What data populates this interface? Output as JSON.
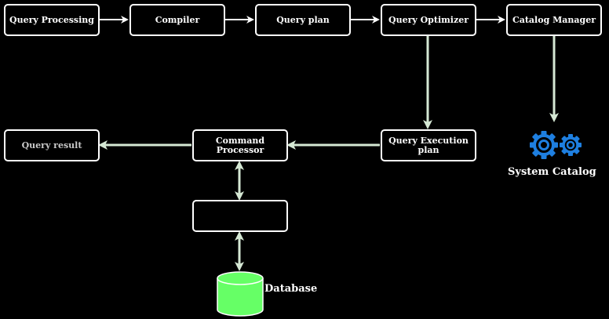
{
  "nodes": {
    "query_processing": "Query Processing",
    "compiler": "Compiler",
    "query_plan": "Query plan",
    "query_optimizer": "Query Optimizer",
    "catalog_manager": "Catalog Manager",
    "query_execution_plan": "Query Execution plan",
    "command_processor": "Command Processor",
    "query_result": "Query result",
    "storage_box": "",
    "database": "Database",
    "system_catalog": "System Catalog"
  },
  "colors": {
    "background": "#000000",
    "box_border": "#ffffff",
    "arrow_white": "#ffffff",
    "arrow_green": "#d5e8d4",
    "database_fill": "#66ff66",
    "gear_icon": "#1e7fe0"
  },
  "icons": [
    "gear-icon",
    "database-icon"
  ]
}
